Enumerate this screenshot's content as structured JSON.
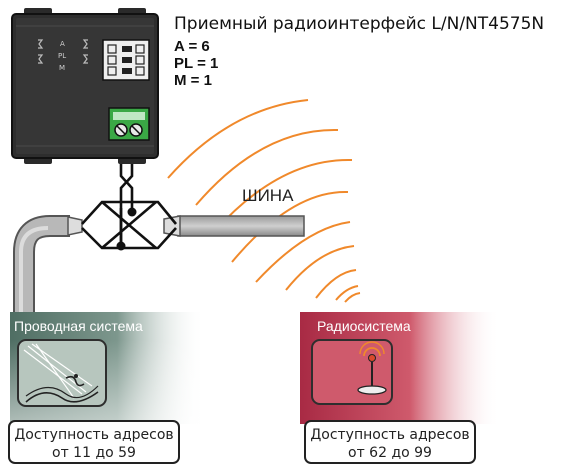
{
  "device": {
    "title": "Приемный радиоинтерфейс L/N/NT4575N",
    "params": [
      "A  = 6",
      "PL = 1",
      "M  = 1"
    ],
    "face_labels": [
      "A",
      "PL",
      "M"
    ]
  },
  "bus": {
    "label": "ШИНА"
  },
  "wired_system": {
    "label": "Проводная система",
    "address_line1": "Доступность адресов",
    "address_line2": "от 11 до 59"
  },
  "radio_system": {
    "label": "Радиосистема",
    "address_line1": "Доступность адресов",
    "address_line2": "от 62 до 99"
  },
  "colors": {
    "device_body": "#2e2e2e",
    "terminal_green": "#3aa845",
    "wave_orange": "#f0892b",
    "wired_panel": "#5f7c72",
    "radio_panel": "#b8314a"
  }
}
